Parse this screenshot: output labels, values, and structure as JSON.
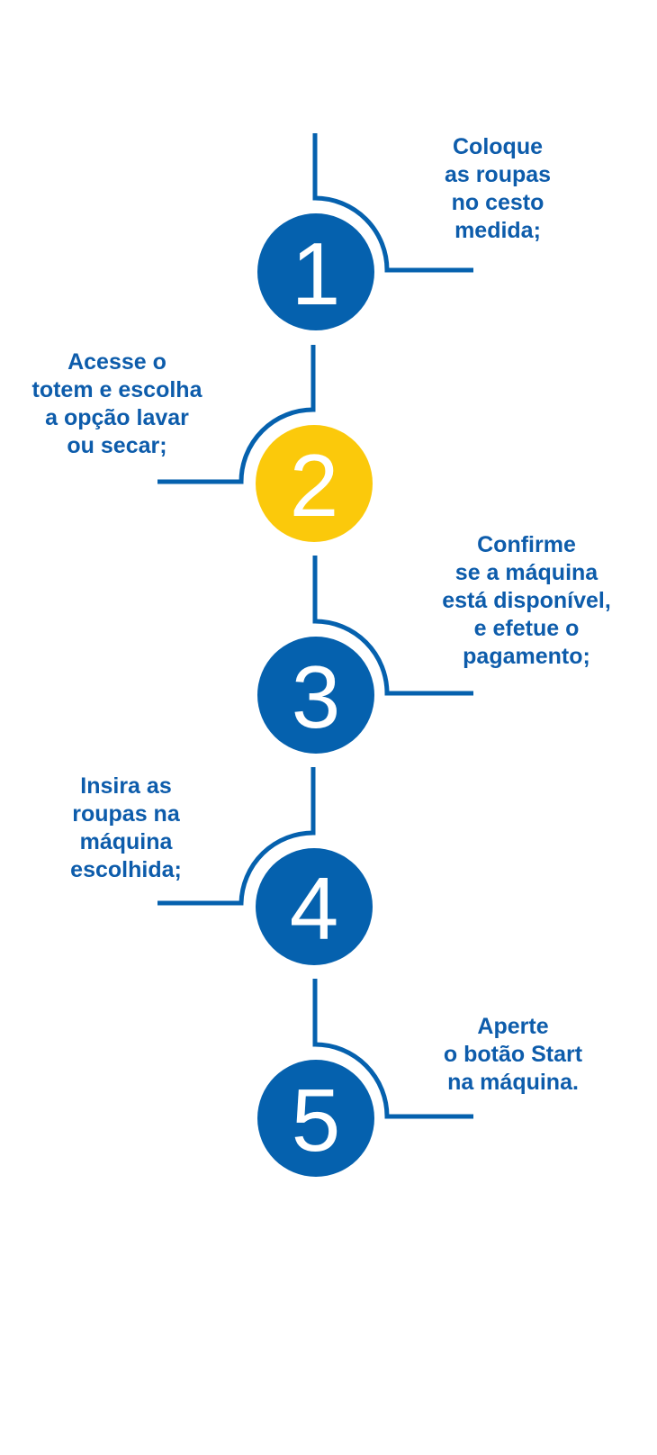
{
  "colors": {
    "primary": "#0561ae",
    "accent": "#fbc90b",
    "text": "#0d5cab",
    "background": "#ffffff"
  },
  "steps": [
    {
      "number": "1",
      "color": "#0561ae",
      "lines": [
        "Coloque",
        "as roupas",
        "no cesto",
        "medida;"
      ]
    },
    {
      "number": "2",
      "color": "#fbc90b",
      "lines": [
        "Acesse o",
        "totem e escolha",
        "a opção lavar",
        "ou secar;"
      ]
    },
    {
      "number": "3",
      "color": "#0561ae",
      "lines": [
        "Confirme",
        "se a máquina",
        "está disponível,",
        "e efetue o",
        "pagamento;"
      ]
    },
    {
      "number": "4",
      "color": "#0561ae",
      "lines": [
        "Insira as",
        "roupas na",
        "máquina",
        "escolhida;"
      ]
    },
    {
      "number": "5",
      "color": "#0561ae",
      "lines": [
        "Aperte",
        "o botão Start",
        "na máquina."
      ]
    }
  ]
}
